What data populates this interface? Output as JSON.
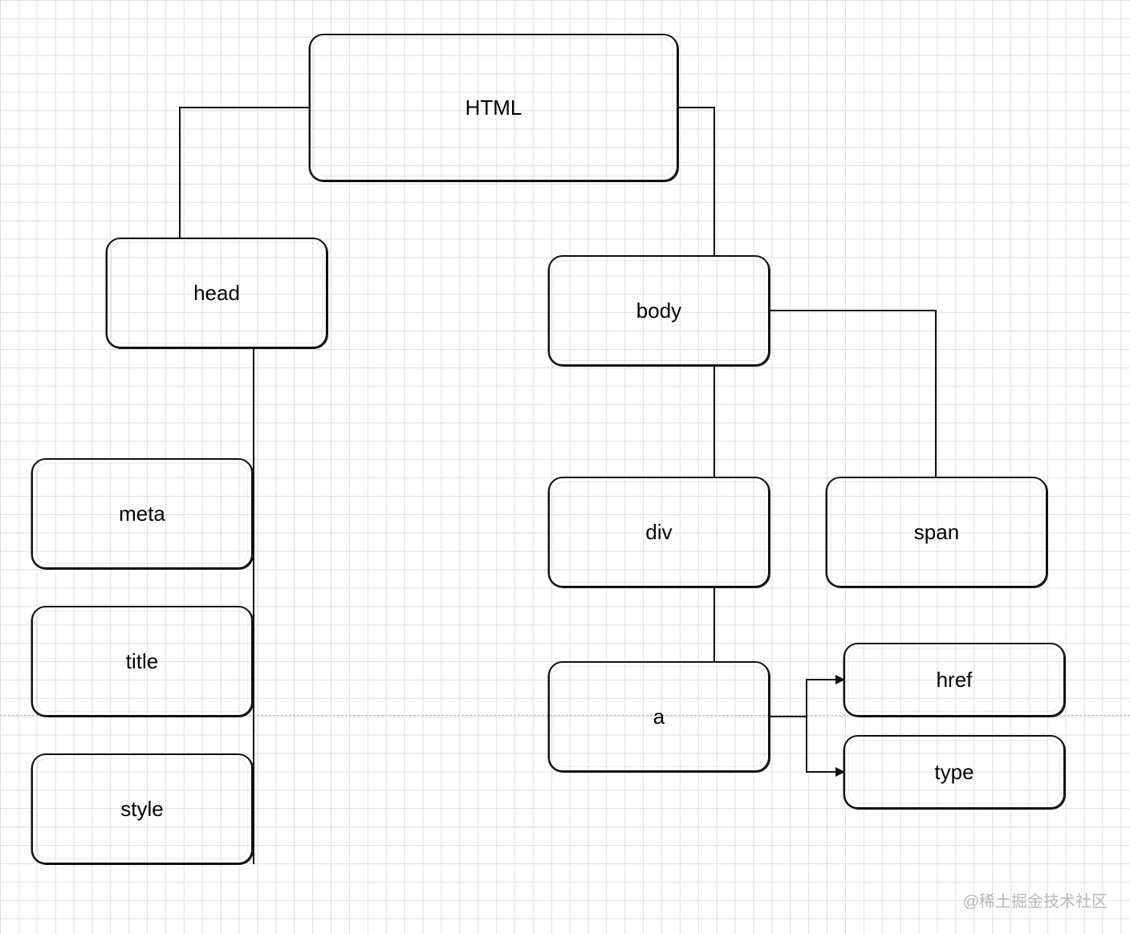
{
  "nodes": {
    "html": "HTML",
    "head": "head",
    "body": "body",
    "meta": "meta",
    "title": "title",
    "style": "style",
    "div": "div",
    "span": "span",
    "a": "a",
    "href": "href",
    "type": "type"
  },
  "edges": [
    {
      "from": "HTML",
      "to": "head"
    },
    {
      "from": "HTML",
      "to": "body"
    },
    {
      "from": "head",
      "to": "meta"
    },
    {
      "from": "head",
      "to": "title"
    },
    {
      "from": "head",
      "to": "style"
    },
    {
      "from": "body",
      "to": "div"
    },
    {
      "from": "body",
      "to": "span"
    },
    {
      "from": "div",
      "to": "a"
    },
    {
      "from": "a",
      "to": "href",
      "arrow": true
    },
    {
      "from": "a",
      "to": "type",
      "arrow": true
    }
  ],
  "watermark": "@稀土掘金技术社区",
  "colors": {
    "stroke": "#111111",
    "grid": "#dedede",
    "watermark": "#b8b8b8"
  }
}
